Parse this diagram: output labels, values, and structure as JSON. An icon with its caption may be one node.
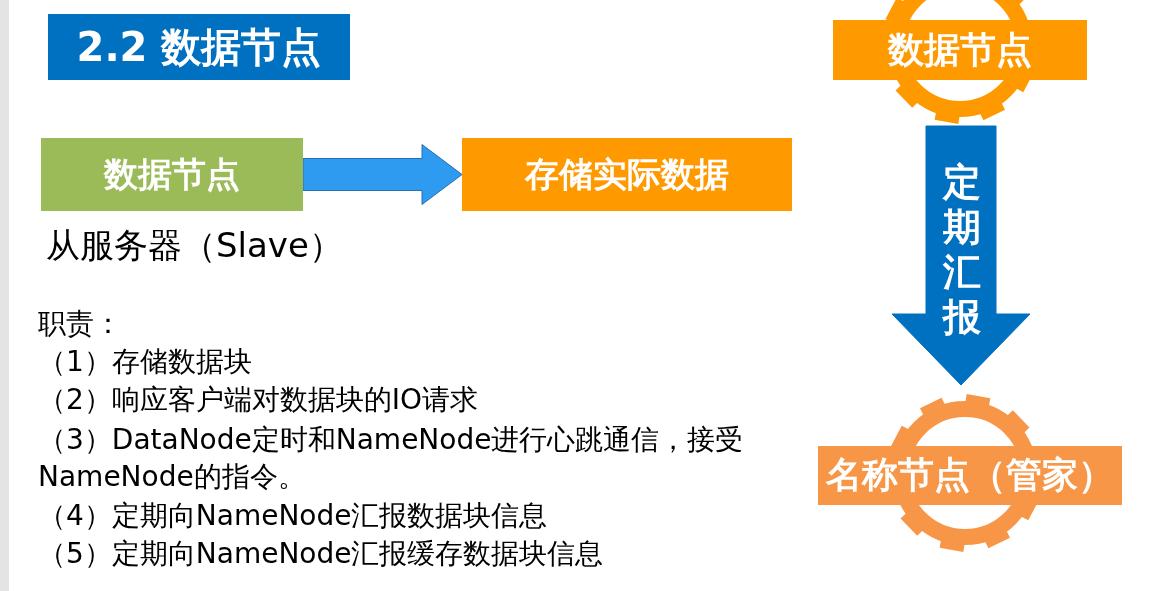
{
  "diagram": {
    "title": "2.2 数据节点",
    "nodes": [
      {
        "text": [
          "数据节点"
        ],
        "beside": [
          "从服务器（Slave）"
        ]
      },
      {
        "text": [
          "存储实际数据"
        ]
      },
      {
        "text": [
          "数据节点"
        ]
      },
      {
        "text": [
          "名称节点（管家）"
        ]
      }
    ],
    "edges": [
      {
        "from": 0,
        "to": 1,
        "arrow": "to"
      },
      {
        "from": 2,
        "to": 3,
        "arrow": "to",
        "label": "定期汇报"
      }
    ],
    "labels": [
      "职责：",
      "（1）存储数据块",
      "（2）响应客户端对数据块的IO请求",
      "（3）DataNode定时和NameNode进行心跳通信，接受NameNode的指令。",
      "（4）定期向NameNode汇报数据块信息",
      "（5）定期向NameNode汇报缓存数据块信息"
    ]
  }
}
